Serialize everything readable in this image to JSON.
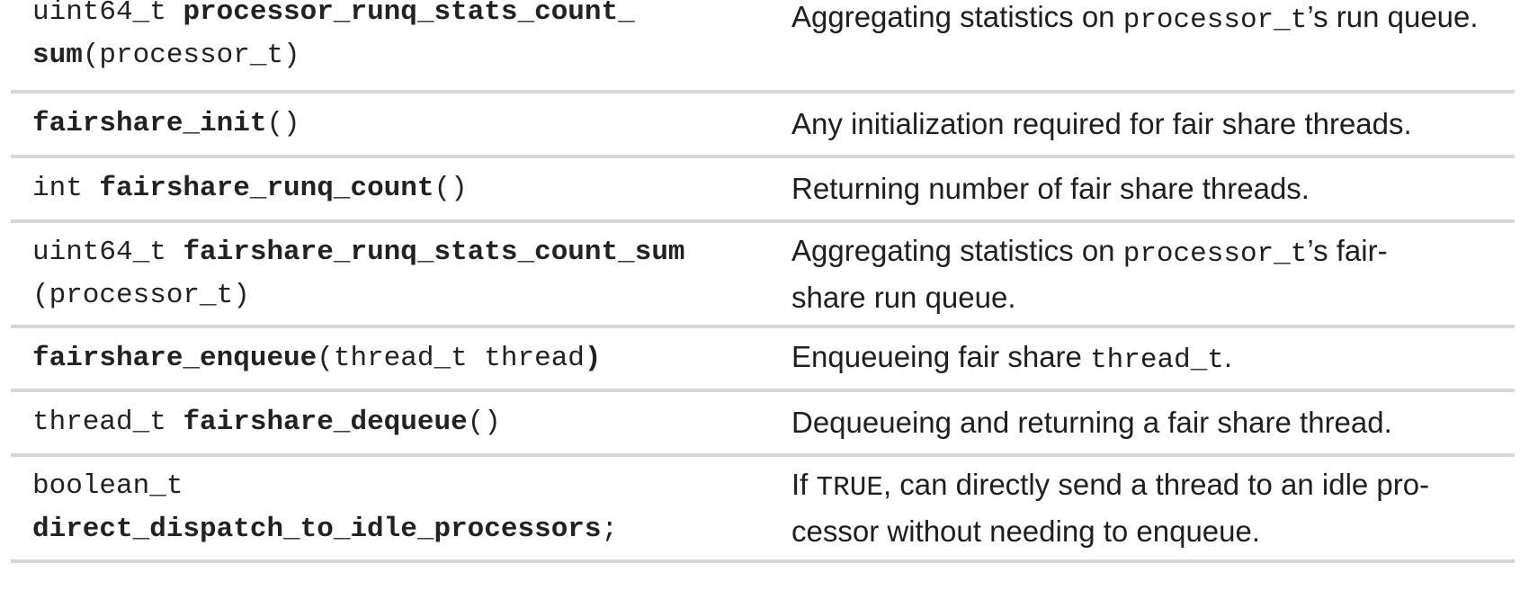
{
  "rows": [
    {
      "sig_type_line1": "uint64_t ",
      "sig_name_line1": "processor_runq_stats_count_",
      "sig_name_line2": "sum",
      "sig_params": "(processor_t)",
      "desc_pre": "Aggregating statistics on ",
      "desc_code": "processor_t",
      "desc_post": "’s run queue."
    },
    {
      "sig_name": "fairshare_init",
      "sig_params": "()",
      "desc": "Any initialization required for fair share threads."
    },
    {
      "sig_type": "int ",
      "sig_name": "fairshare_runq_count",
      "sig_params": "()",
      "desc": "Returning number of fair share threads."
    },
    {
      "sig_type": "uint64_t ",
      "sig_name": "fairshare_runq_stats_count_sum",
      "sig_params": "(processor_t)",
      "desc_pre": "Aggregating statistics on ",
      "desc_code": "processor_t",
      "desc_post_line1": "’s fair-",
      "desc_post_line2": "share run queue."
    },
    {
      "sig_name": "fairshare_enqueue",
      "sig_params": "(thread_t thread",
      "sig_close": ")",
      "desc_pre": "Enqueueing fair share ",
      "desc_code": "thread_t",
      "desc_post": "."
    },
    {
      "sig_type": "thread_t ",
      "sig_name": "fairshare_dequeue",
      "sig_params": "()",
      "desc": "Dequeueing and returning a fair share thread."
    },
    {
      "sig_type": "boolean_t",
      "sig_name": "direct_dispatch_to_idle_processors",
      "sig_params": ";",
      "desc_pre": "If ",
      "desc_code": "TRUE",
      "desc_post_line1": ", can directly send a thread to an idle pro-",
      "desc_post_line2": "cessor without needing to enqueue."
    }
  ]
}
